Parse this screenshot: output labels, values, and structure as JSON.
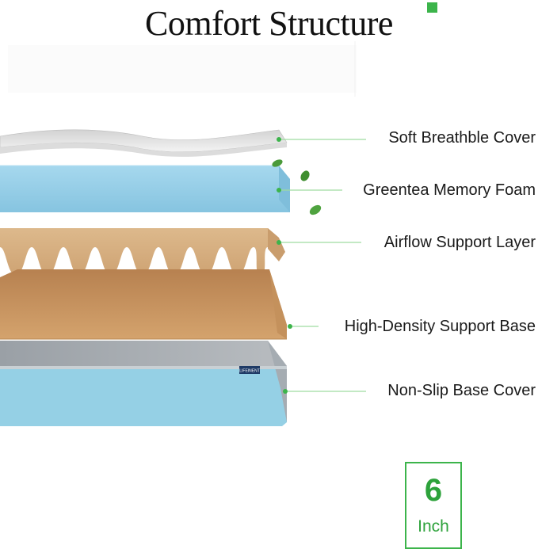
{
  "title": "Comfort Structure",
  "layers": [
    {
      "name": "Soft Breathble Cover"
    },
    {
      "name": "Greentea Memory Foam"
    },
    {
      "name": "Airflow Support Layer"
    },
    {
      "name": "High-Density Support Base"
    },
    {
      "name": "Non-Slip Base Cover"
    }
  ],
  "brand_tag": "LIFEINENT",
  "thickness": {
    "value": "6",
    "unit": "Inch"
  },
  "colors": {
    "accent": "#3cb44b",
    "cover": "#e6e6e6",
    "memory_foam": "#8fcbe6",
    "support_layer": "#d6b184",
    "base": "#cf9c66",
    "base_cover": "#95d0e5"
  }
}
